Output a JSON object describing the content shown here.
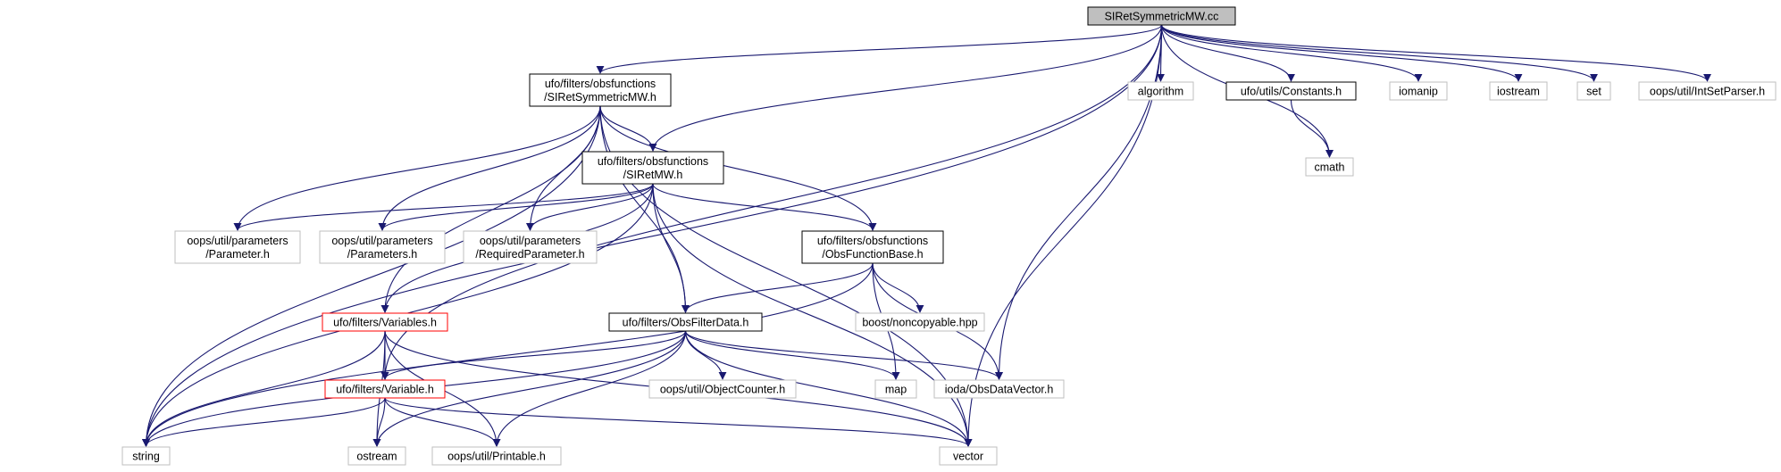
{
  "colors": {
    "edge": "#191970",
    "root_fill": "#bfbfbf",
    "border_black": "#000000",
    "border_red": "#ff0000",
    "border_gray": "#bfbfbf",
    "node_fill": "#ffffff"
  },
  "nodes": [
    {
      "id": "root",
      "lines": [
        "SIRetSymmetricMW.cc"
      ],
      "style": "root"
    },
    {
      "id": "sirsym_h",
      "lines": [
        "ufo/filters/obsfunctions",
        "/SIRetSymmetricMW.h"
      ],
      "style": "black"
    },
    {
      "id": "algorithm",
      "lines": [
        "algorithm"
      ],
      "style": "gray"
    },
    {
      "id": "constants",
      "lines": [
        "ufo/utils/Constants.h"
      ],
      "style": "black"
    },
    {
      "id": "iomanip",
      "lines": [
        "iomanip"
      ],
      "style": "gray"
    },
    {
      "id": "iostream",
      "lines": [
        "iostream"
      ],
      "style": "gray"
    },
    {
      "id": "set",
      "lines": [
        "set"
      ],
      "style": "gray"
    },
    {
      "id": "intsetparser",
      "lines": [
        "oops/util/IntSetParser.h"
      ],
      "style": "gray"
    },
    {
      "id": "siretmw_h",
      "lines": [
        "ufo/filters/obsfunctions",
        "/SIRetMW.h"
      ],
      "style": "black"
    },
    {
      "id": "cmath",
      "lines": [
        "cmath"
      ],
      "style": "gray"
    },
    {
      "id": "parameter",
      "lines": [
        "oops/util/parameters",
        "/Parameter.h"
      ],
      "style": "gray"
    },
    {
      "id": "parameters",
      "lines": [
        "oops/util/parameters",
        "/Parameters.h"
      ],
      "style": "gray"
    },
    {
      "id": "reqparam",
      "lines": [
        "oops/util/parameters",
        "/RequiredParameter.h"
      ],
      "style": "gray"
    },
    {
      "id": "obsfuncbase",
      "lines": [
        "ufo/filters/obsfunctions",
        "/ObsFunctionBase.h"
      ],
      "style": "black"
    },
    {
      "id": "variables",
      "lines": [
        "ufo/filters/Variables.h"
      ],
      "style": "red"
    },
    {
      "id": "obsfilterdata",
      "lines": [
        "ufo/filters/ObsFilterData.h"
      ],
      "style": "black"
    },
    {
      "id": "noncopyable",
      "lines": [
        "boost/noncopyable.hpp"
      ],
      "style": "gray"
    },
    {
      "id": "variable",
      "lines": [
        "ufo/filters/Variable.h"
      ],
      "style": "red"
    },
    {
      "id": "objectcounter",
      "lines": [
        "oops/util/ObjectCounter.h"
      ],
      "style": "gray"
    },
    {
      "id": "map",
      "lines": [
        "map"
      ],
      "style": "gray"
    },
    {
      "id": "obsdatavector",
      "lines": [
        "ioda/ObsDataVector.h"
      ],
      "style": "gray"
    },
    {
      "id": "string",
      "lines": [
        "string"
      ],
      "style": "gray"
    },
    {
      "id": "ostream",
      "lines": [
        "ostream"
      ],
      "style": "gray"
    },
    {
      "id": "printable",
      "lines": [
        "oops/util/Printable.h"
      ],
      "style": "gray"
    },
    {
      "id": "vector",
      "lines": [
        "vector"
      ],
      "style": "gray"
    }
  ],
  "edges": [
    [
      "root",
      "sirsym_h"
    ],
    [
      "root",
      "algorithm"
    ],
    [
      "root",
      "constants"
    ],
    [
      "root",
      "iomanip"
    ],
    [
      "root",
      "iostream"
    ],
    [
      "root",
      "set"
    ],
    [
      "root",
      "intsetparser"
    ],
    [
      "root",
      "siretmw_h"
    ],
    [
      "root",
      "cmath"
    ],
    [
      "root",
      "string"
    ],
    [
      "root",
      "vector"
    ],
    [
      "root",
      "obsdatavector"
    ],
    [
      "root",
      "variable"
    ],
    [
      "constants",
      "cmath"
    ],
    [
      "sirsym_h",
      "siretmw_h"
    ],
    [
      "sirsym_h",
      "parameter"
    ],
    [
      "sirsym_h",
      "parameters"
    ],
    [
      "sirsym_h",
      "reqparam"
    ],
    [
      "sirsym_h",
      "obsfuncbase"
    ],
    [
      "sirsym_h",
      "variables"
    ],
    [
      "sirsym_h",
      "obsfilterdata"
    ],
    [
      "sirsym_h",
      "string"
    ],
    [
      "sirsym_h",
      "vector"
    ],
    [
      "siretmw_h",
      "parameter"
    ],
    [
      "siretmw_h",
      "parameters"
    ],
    [
      "siretmw_h",
      "reqparam"
    ],
    [
      "siretmw_h",
      "obsfuncbase"
    ],
    [
      "siretmw_h",
      "variables"
    ],
    [
      "siretmw_h",
      "obsfilterdata"
    ],
    [
      "siretmw_h",
      "string"
    ],
    [
      "siretmw_h",
      "vector"
    ],
    [
      "obsfuncbase",
      "obsfilterdata"
    ],
    [
      "obsfuncbase",
      "noncopyable"
    ],
    [
      "obsfuncbase",
      "map"
    ],
    [
      "obsfuncbase",
      "obsdatavector"
    ],
    [
      "obsfuncbase",
      "string"
    ],
    [
      "variables",
      "variable"
    ],
    [
      "variables",
      "string"
    ],
    [
      "variables",
      "ostream"
    ],
    [
      "variables",
      "printable"
    ],
    [
      "variables",
      "vector"
    ],
    [
      "obsfilterdata",
      "variable"
    ],
    [
      "obsfilterdata",
      "objectcounter"
    ],
    [
      "obsfilterdata",
      "map"
    ],
    [
      "obsfilterdata",
      "obsdatavector"
    ],
    [
      "obsfilterdata",
      "string"
    ],
    [
      "obsfilterdata",
      "ostream"
    ],
    [
      "obsfilterdata",
      "printable"
    ],
    [
      "obsfilterdata",
      "vector"
    ],
    [
      "variable",
      "string"
    ],
    [
      "variable",
      "ostream"
    ],
    [
      "variable",
      "printable"
    ],
    [
      "variable",
      "vector"
    ]
  ]
}
